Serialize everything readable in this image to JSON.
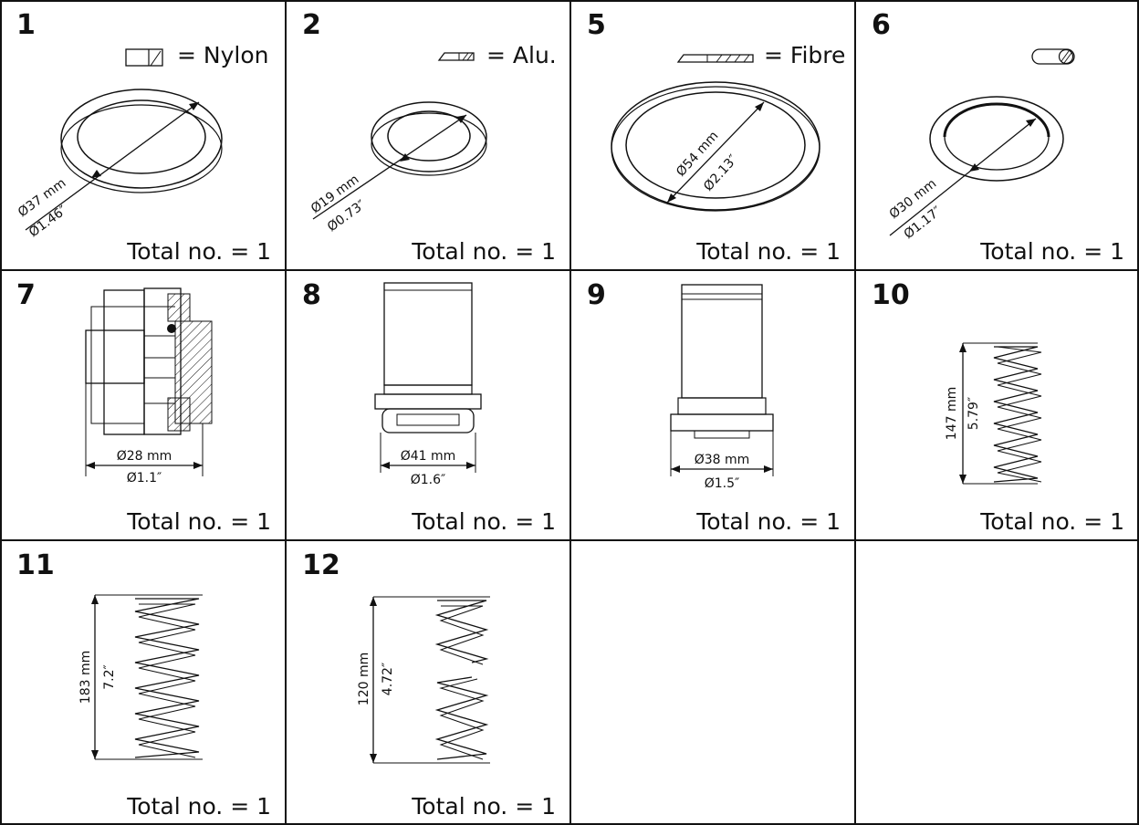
{
  "cells": [
    {
      "id": "1",
      "total": "Total no. = 1",
      "legend": "= Nylon",
      "dim_mm": "Ø37 mm",
      "dim_in": "Ø1.46″"
    },
    {
      "id": "2",
      "total": "Total no. = 1",
      "legend": "= Alu.",
      "dim_mm": "Ø19 mm",
      "dim_in": "Ø0.73″"
    },
    {
      "id": "5",
      "total": "Total no. = 1",
      "legend": "= Fibre",
      "dim_mm": "Ø54 mm",
      "dim_in": "Ø2.13″"
    },
    {
      "id": "6",
      "total": "Total no. = 1",
      "legend": "",
      "dim_mm": "Ø30 mm",
      "dim_in": "Ø1.17″"
    },
    {
      "id": "7",
      "total": "Total no. = 1",
      "dim_mm": "Ø28 mm",
      "dim_in": "Ø1.1″"
    },
    {
      "id": "8",
      "total": "Total no. = 1",
      "dim_mm": "Ø41 mm",
      "dim_in": "Ø1.6″"
    },
    {
      "id": "9",
      "total": "Total no. = 1",
      "dim_mm": "Ø38 mm",
      "dim_in": "Ø1.5″"
    },
    {
      "id": "10",
      "total": "Total no. = 1",
      "dim_mm": "147 mm",
      "dim_in": "5.79″"
    },
    {
      "id": "11",
      "total": "Total no. = 1",
      "dim_mm": "183 mm",
      "dim_in": "7.2″"
    },
    {
      "id": "12",
      "total": "Total no. = 1",
      "dim_mm": "120 mm",
      "dim_in": "4.72″"
    }
  ]
}
